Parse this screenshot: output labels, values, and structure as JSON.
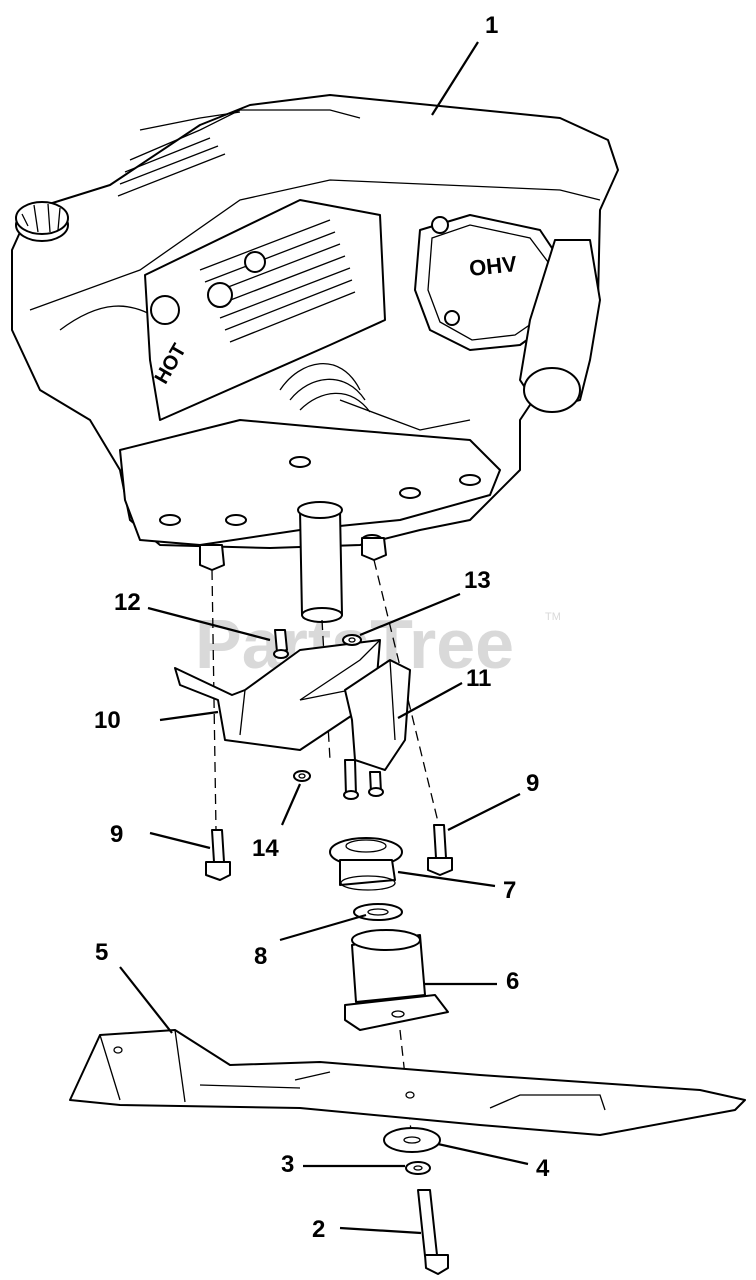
{
  "watermark": {
    "text": "PartsTree",
    "tm": "TM"
  },
  "engine": {
    "valve_cover_text": "OHV",
    "muffler_text": "HOT"
  },
  "callouts": {
    "c1": "1",
    "c2": "2",
    "c3": "3",
    "c4": "4",
    "c5": "5",
    "c6": "6",
    "c7": "7",
    "c8": "8",
    "c9a": "9",
    "c9b": "9",
    "c10": "10",
    "c11": "11",
    "c12": "12",
    "c13": "13",
    "c14": "14"
  }
}
